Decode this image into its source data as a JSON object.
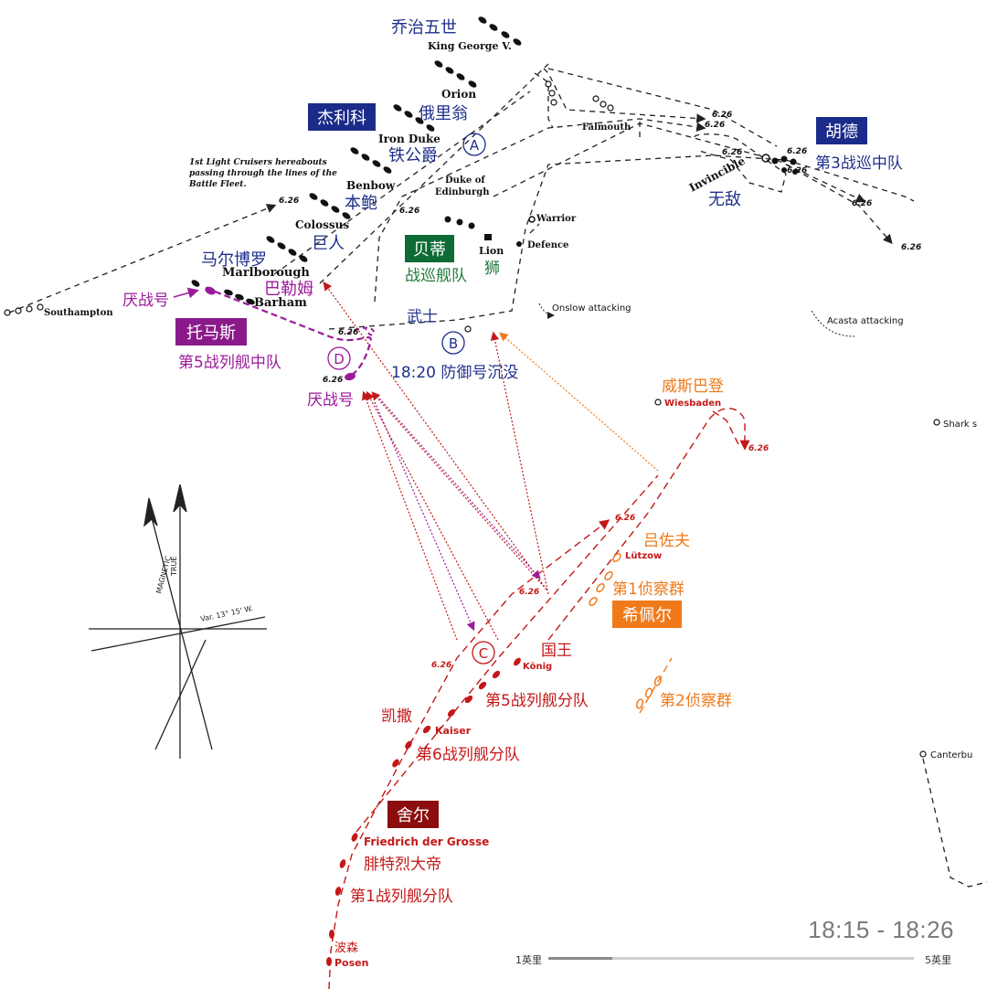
{
  "time_range": "18:15 - 18:26",
  "scale": {
    "left": "1英里",
    "right": "5英里"
  },
  "colors": {
    "british": "#1f2f8c",
    "british_box": "#1b2b8a",
    "battlecruiser_box": "#0e6b36",
    "battlecruiser_text": "#1f7a3a",
    "fifth_squadron": "#9b1a9b",
    "fifth_box": "#8a1a8a",
    "german": "#c41818",
    "german_box": "#8b0d0d",
    "scouting": "#ef7a1a",
    "scouting_box": "#f07a1a",
    "line": "#222222"
  },
  "boxes": {
    "jellicoe": "杰利科",
    "hood": "胡德",
    "beatty": "贝蒂",
    "thomas": "托马斯",
    "hipper": "希佩尔",
    "scheer": "舍尔"
  },
  "british_labels": {
    "king_george_cn": "乔治五世",
    "king_george_en": "King George V.",
    "orion_en": "Orion",
    "orion_cn": "俄里翁",
    "iron_duke_en": "Iron Duke",
    "iron_duke_cn": "铁公爵",
    "benbow_en": "Benbow",
    "benbow_cn": "本鲍",
    "colossus_en": "Colossus",
    "colossus_cn": "巨人",
    "marlborough_cn": "马尔博罗",
    "marlborough_en": "Marlborough",
    "barham_cn": "巴勒姆",
    "barham_en": "Barham",
    "warspite_1": "厌战号",
    "warspite_2": "厌战号",
    "fifth_squadron": "第5战列舰中队",
    "battlecruiser_fleet": "战巡舰队",
    "lion_en": "Lion",
    "lion_cn": "狮",
    "duke_edinburgh_en_1": "Duke of",
    "duke_edinburgh_en_2": "Edinburgh",
    "warrior_en": "Warrior",
    "defence_en": "Defence",
    "warrior_cn": "武士",
    "defence_sunk": "18:20 防御号沉没",
    "falmouth_en": "Falmouth",
    "invincible_en": "Invincible",
    "invincible_cn": "无敌",
    "third_bc_squadron": "第3战巡中队",
    "southampton_en": "Southampton",
    "light_cruisers_1": "1st Light Cruisers hereabouts",
    "light_cruisers_2": "passing through the lines of the",
    "light_cruisers_3": "Battle Fleet.",
    "onslow": "Onslow attacking",
    "acasta": "Acasta attacking",
    "shark": "Shark s",
    "canterbury": "Canterbu"
  },
  "german_labels": {
    "wiesbaden_cn": "威斯巴登",
    "wiesbaden_en": "Wiesbaden",
    "lutzow_cn": "吕佐夫",
    "lutzow_en": "Lützow",
    "first_scouting": "第1侦察群",
    "second_scouting": "第2侦察群",
    "konig_cn": "国王",
    "konig_en": "König",
    "fifth_division": "第5战列舰分队",
    "kaiser_cn": "凯撒",
    "kaiser_en": "Kaiser",
    "sixth_division": "第6战列舰分队",
    "friedrich_en": "Friedrich der Grosse",
    "friedrich_cn": "腓特烈大帝",
    "first_division": "第1战列舰分队",
    "posen_cn": "波森",
    "posen_en": "Posen"
  },
  "markers": {
    "a": "A",
    "b": "B",
    "c": "C",
    "d": "D"
  },
  "time_marks": {
    "t1": "6.26",
    "t2": "6.26",
    "t3": "6.26",
    "t4": "6.26",
    "t5": "6.26",
    "t6": "6.26",
    "t7": "6.26",
    "t8": "6.26",
    "t9": "6.26",
    "t10": "6.26",
    "t11": "6.26",
    "t12": "6.26",
    "t13": "6.26",
    "t14": "6.26",
    "t15": "6.26"
  },
  "compass": {
    "magnetic": "MAGNETIC",
    "true": "TRUE",
    "variation": "Var. 13° 15' W."
  }
}
